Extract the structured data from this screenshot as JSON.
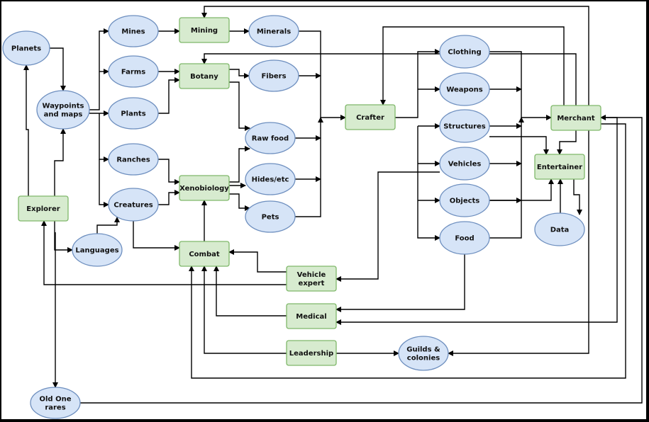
{
  "diagram": {
    "nodes": [
      {
        "id": "planets",
        "shape": "ellipse",
        "lines": [
          "Planets"
        ]
      },
      {
        "id": "waypoints",
        "shape": "ellipse",
        "lines": [
          "Waypoints",
          "and maps"
        ]
      },
      {
        "id": "mines",
        "shape": "ellipse",
        "lines": [
          "Mines"
        ]
      },
      {
        "id": "farms",
        "shape": "ellipse",
        "lines": [
          "Farms"
        ]
      },
      {
        "id": "plants",
        "shape": "ellipse",
        "lines": [
          "Plants"
        ]
      },
      {
        "id": "ranches",
        "shape": "ellipse",
        "lines": [
          "Ranches"
        ]
      },
      {
        "id": "creatures",
        "shape": "ellipse",
        "lines": [
          "Creatures"
        ]
      },
      {
        "id": "explorer",
        "shape": "rect",
        "lines": [
          "Explorer"
        ]
      },
      {
        "id": "languages",
        "shape": "ellipse",
        "lines": [
          "Languages"
        ]
      },
      {
        "id": "mining",
        "shape": "rect",
        "lines": [
          "Mining"
        ]
      },
      {
        "id": "botany",
        "shape": "rect",
        "lines": [
          "Botany"
        ]
      },
      {
        "id": "xenobiology",
        "shape": "rect",
        "lines": [
          "Xenobiology"
        ]
      },
      {
        "id": "combat",
        "shape": "rect",
        "lines": [
          "Combat"
        ]
      },
      {
        "id": "minerals",
        "shape": "ellipse",
        "lines": [
          "Minerals"
        ]
      },
      {
        "id": "fibers",
        "shape": "ellipse",
        "lines": [
          "Fibers"
        ]
      },
      {
        "id": "rawfood",
        "shape": "ellipse",
        "lines": [
          "Raw food"
        ]
      },
      {
        "id": "hides",
        "shape": "ellipse",
        "lines": [
          "Hides/etc"
        ]
      },
      {
        "id": "pets",
        "shape": "ellipse",
        "lines": [
          "Pets"
        ]
      },
      {
        "id": "crafter",
        "shape": "rect",
        "lines": [
          "Crafter"
        ]
      },
      {
        "id": "clothing",
        "shape": "ellipse",
        "lines": [
          "Clothing"
        ]
      },
      {
        "id": "weapons",
        "shape": "ellipse",
        "lines": [
          "Weapons"
        ]
      },
      {
        "id": "structures",
        "shape": "ellipse",
        "lines": [
          "Structures"
        ]
      },
      {
        "id": "vehicles",
        "shape": "ellipse",
        "lines": [
          "Vehicles"
        ]
      },
      {
        "id": "objects",
        "shape": "ellipse",
        "lines": [
          "Objects"
        ]
      },
      {
        "id": "food",
        "shape": "ellipse",
        "lines": [
          "Food"
        ]
      },
      {
        "id": "merchant",
        "shape": "rect",
        "lines": [
          "Merchant"
        ]
      },
      {
        "id": "entertainer",
        "shape": "rect",
        "lines": [
          "Entertainer"
        ]
      },
      {
        "id": "data",
        "shape": "ellipse",
        "lines": [
          "Data"
        ]
      },
      {
        "id": "vehicle_expert",
        "shape": "rect",
        "lines": [
          "Vehicle",
          "expert"
        ]
      },
      {
        "id": "medical",
        "shape": "rect",
        "lines": [
          "Medical"
        ]
      },
      {
        "id": "leadership",
        "shape": "rect",
        "lines": [
          "Leadership"
        ]
      },
      {
        "id": "guilds",
        "shape": "ellipse",
        "lines": [
          "Guilds &",
          "colonies"
        ]
      },
      {
        "id": "oldone",
        "shape": "ellipse",
        "lines": [
          "Old One",
          "rares"
        ]
      }
    ],
    "edges": [
      {
        "from": "planets",
        "to": "waypoints"
      },
      {
        "from": "waypoints",
        "to": "mines"
      },
      {
        "from": "waypoints",
        "to": "farms"
      },
      {
        "from": "waypoints",
        "to": "plants"
      },
      {
        "from": "waypoints",
        "to": "ranches"
      },
      {
        "from": "waypoints",
        "to": "creatures"
      },
      {
        "from": "explorer",
        "to": "planets"
      },
      {
        "from": "explorer",
        "to": "waypoints"
      },
      {
        "from": "explorer",
        "to": "languages"
      },
      {
        "from": "explorer",
        "to": "oldone"
      },
      {
        "from": "languages",
        "to": "creatures"
      },
      {
        "from": "mines",
        "to": "mining"
      },
      {
        "from": "farms",
        "to": "botany"
      },
      {
        "from": "plants",
        "to": "botany"
      },
      {
        "from": "ranches",
        "to": "xenobiology"
      },
      {
        "from": "creatures",
        "to": "xenobiology"
      },
      {
        "from": "creatures",
        "to": "combat"
      },
      {
        "from": "combat",
        "to": "xenobiology"
      },
      {
        "from": "mining",
        "to": "minerals"
      },
      {
        "from": "botany",
        "to": "fibers"
      },
      {
        "from": "botany",
        "to": "rawfood"
      },
      {
        "from": "xenobiology",
        "to": "rawfood"
      },
      {
        "from": "xenobiology",
        "to": "hides"
      },
      {
        "from": "xenobiology",
        "to": "pets"
      },
      {
        "from": "minerals",
        "to": "crafter"
      },
      {
        "from": "fibers",
        "to": "crafter"
      },
      {
        "from": "rawfood",
        "to": "crafter"
      },
      {
        "from": "hides",
        "to": "crafter"
      },
      {
        "from": "pets",
        "to": "crafter"
      },
      {
        "from": "crafter",
        "to": "clothing"
      },
      {
        "from": "crafter",
        "to": "weapons"
      },
      {
        "from": "crafter",
        "to": "structures"
      },
      {
        "from": "crafter",
        "to": "vehicles"
      },
      {
        "from": "crafter",
        "to": "objects"
      },
      {
        "from": "crafter",
        "to": "food"
      },
      {
        "from": "clothing",
        "to": "merchant"
      },
      {
        "from": "weapons",
        "to": "merchant"
      },
      {
        "from": "structures",
        "to": "merchant"
      },
      {
        "from": "vehicles",
        "to": "merchant"
      },
      {
        "from": "objects",
        "to": "merchant"
      },
      {
        "from": "food",
        "to": "merchant"
      },
      {
        "from": "structures",
        "to": "entertainer"
      },
      {
        "from": "objects",
        "to": "entertainer"
      },
      {
        "from": "merchant",
        "to": "entertainer"
      },
      {
        "from": "merchant",
        "to": "mining"
      },
      {
        "from": "merchant",
        "to": "botany"
      },
      {
        "from": "merchant",
        "to": "crafter"
      },
      {
        "from": "merchant",
        "to": "medical"
      },
      {
        "from": "merchant",
        "to": "guilds"
      },
      {
        "from": "merchant",
        "to": "combat"
      },
      {
        "from": "entertainer",
        "to": "data"
      },
      {
        "from": "data",
        "to": "entertainer"
      },
      {
        "from": "vehicles",
        "to": "vehicle_expert"
      },
      {
        "from": "vehicle_expert",
        "to": "combat"
      },
      {
        "from": "vehicle_expert",
        "to": "explorer"
      },
      {
        "from": "food",
        "to": "medical"
      },
      {
        "from": "medical",
        "to": "combat"
      },
      {
        "from": "leadership",
        "to": "combat"
      },
      {
        "from": "leadership",
        "to": "guilds"
      },
      {
        "from": "oldone",
        "to": "merchant"
      }
    ]
  },
  "colors": {
    "ellipse_fill": "#d6e4f7",
    "ellipse_stroke": "#6e8fbf",
    "rect_fill": "#d7ebcf",
    "rect_stroke": "#7fb86a",
    "edge": "#000000",
    "frame": "#000000"
  }
}
